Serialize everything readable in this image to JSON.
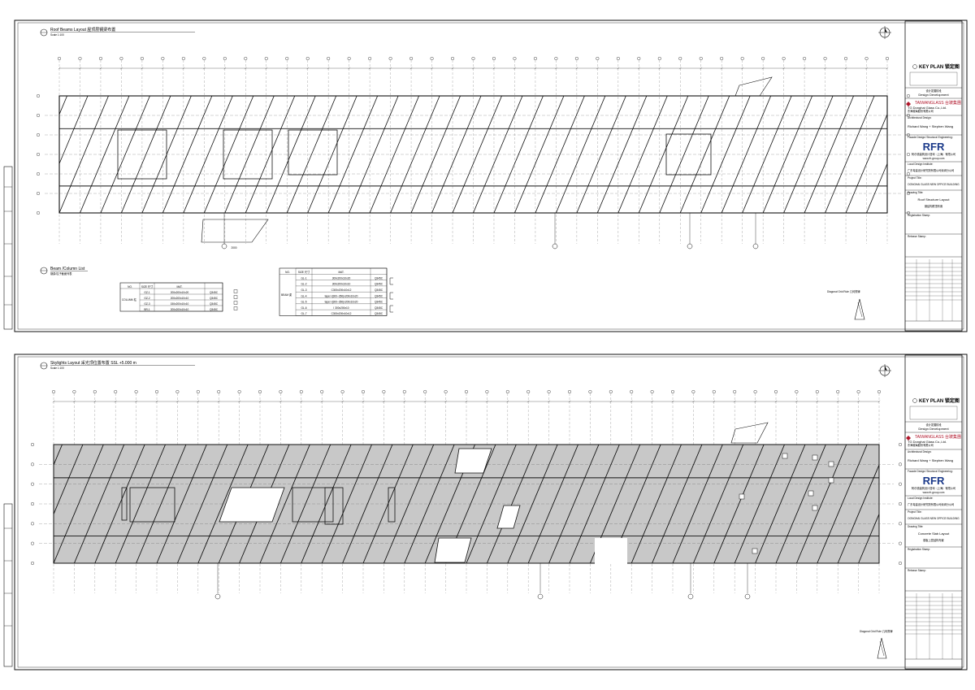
{
  "sheet1": {
    "view_title": "Roof Beams Layout 屋顶层钢梁布置",
    "view_scale": "Scale 1:100",
    "list_title": "Beam /Column  List",
    "list_subtitle": "钢梁/柱子截面列表",
    "rule_label": "Diagonal Grid Rule 几何规律",
    "dim_bottom": "2000",
    "column_table": {
      "headers": [
        "NO.",
        "SIZE 尺寸",
        "MAT."
      ],
      "group": "COLUMN 柱",
      "rows": [
        [
          "GZ-1",
          "200x200x10x20",
          "Q345C"
        ],
        [
          "GZ-2",
          "200x200x10x10",
          "Q345C"
        ],
        [
          "GZ-3",
          "150x200x10x10",
          "Q345C"
        ],
        [
          "BR-1",
          "200x200x10x10",
          "Q345C"
        ]
      ]
    },
    "beam_table": {
      "headers": [
        "NO.",
        "SIZE 尺寸",
        "MAT."
      ],
      "group": "BEAM 梁",
      "rows": [
        [
          "GL-1",
          "300x200x10x20",
          "Q345C"
        ],
        [
          "GL-2",
          "300x200x10x10",
          "Q345C"
        ],
        [
          "GL-3",
          "C300x200x10x12",
          "Q345C"
        ],
        [
          "GL-4",
          "taper I(300~350)x200x10x20",
          "Q345C"
        ],
        [
          "GL-5",
          "taper I(300~350)x200x10x20",
          "Q345C"
        ],
        [
          "GL-6",
          "I 300x200x10",
          "Q345C"
        ],
        [
          "GL-7",
          "C300x200x10x12",
          "Q345C"
        ]
      ]
    },
    "titleblock": {
      "key_plan": "KEY PLAN 锁定图",
      "stage": "Design Development",
      "stage_cn": "设计发展阶段",
      "brand": "TAIWANGLASS 台玻集團",
      "client": "TG Donghai Glass Co.,Ltd.",
      "client_cn": "东海玻璃股份有限公司",
      "architect_label": "Architectural Design:",
      "architect": "Richard Wang + Stephen Wang",
      "engineer_label": "Facade Design/ Structural Engineering:",
      "rfr": "RFR",
      "rfr_cn": "阿尔德建筑设计咨询（上海）有限公司",
      "web": "www.rfr-group.com",
      "local_label": "Local Design Institute:",
      "local": "广东粤建设计研究院有限公司深圳分公司",
      "project_label": "Project Title:",
      "project": "DONGHAI GLASS NEW OFFICE BUILDING",
      "drawing_label": "Drawing Title:",
      "drawing": "Roof Structure Layout",
      "drawing_cn": "钢结构屋顶布置",
      "registration_label": "Registration Stamp:",
      "release_label": "Release Stamp:"
    }
  },
  "sheet2": {
    "view_title": "Skylights Layout 采光顶位置布置 SSL +5.000 m",
    "view_scale": "Scale 1:100",
    "rule_label": "Diagonal Grid Rule 几何规律",
    "titleblock": {
      "key_plan": "KEY PLAN 锁定图",
      "stage": "Design Development",
      "stage_cn": "设计发展阶段",
      "brand": "TAIWANGLASS 台玻集團",
      "client": "TG Donghai Glass Co.,Ltd.",
      "client_cn": "东海玻璃股份有限公司",
      "architect_label": "Architectural Design:",
      "architect": "Richard Wang + Stephen Wang",
      "engineer_label": "Facade Design/ Structural Engineering:",
      "rfr": "RFR",
      "rfr_cn": "阿尔德建筑设计咨询（上海）有限公司",
      "web": "www.rfr-group.com",
      "local_label": "Local Design Institute:",
      "local": "广东粤建设计研究院有限公司深圳分公司",
      "project_label": "Project Title:",
      "project": "DONGHAI GLASS NEW OFFICE BUILDING",
      "drawing_label": "Drawing Title:",
      "drawing": "Concrete Slab Layout",
      "drawing_cn": "楼板上层结构布置",
      "registration_label": "Registration Stamp:",
      "release_label": "Release Stamp:"
    }
  },
  "colors": {
    "line": "#111111",
    "slab_fill": "#c8c8c8",
    "rfr_blue": "#1b3a8a",
    "brand_red": "#b0152a"
  }
}
